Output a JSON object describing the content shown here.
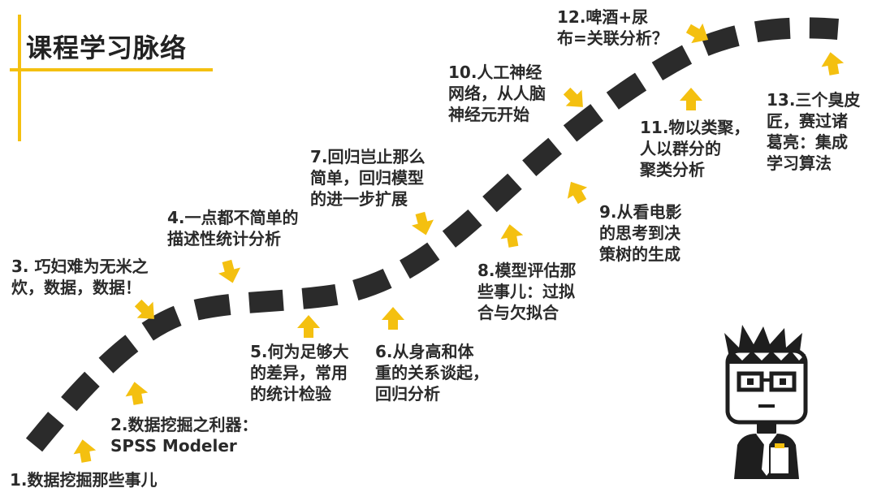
{
  "title": "课程学习脉络",
  "colors": {
    "accent": "#F4C010",
    "road": "#2b2b2b",
    "text": "#2a2a2a"
  },
  "milestones": [
    {
      "id": 1,
      "text": "1.数据挖掘那些事儿"
    },
    {
      "id": 2,
      "text": "2.数据挖掘之利器：\nSPSS Modeler"
    },
    {
      "id": 3,
      "text": "3. 巧妇难为无米之\n炊，数据，数据！"
    },
    {
      "id": 4,
      "text": "4.一点都不简单的\n描述性统计分析"
    },
    {
      "id": 5,
      "text": "5.何为足够大\n的差异，常用\n的统计检验"
    },
    {
      "id": 6,
      "text": "6.从身高和体\n重的关系谈起，\n回归分析"
    },
    {
      "id": 7,
      "text": "7.回归岂止那么\n简单，回归模型\n的进一步扩展"
    },
    {
      "id": 8,
      "text": "8.模型评估那\n些事儿：过拟\n合与欠拟合"
    },
    {
      "id": 9,
      "text": "9.从看电影\n的思考到决\n策树的生成"
    },
    {
      "id": 10,
      "text": "10.人工神经\n网络，从人脑\n神经元开始"
    },
    {
      "id": 11,
      "text": "11.物以类聚，\n人以群分的\n聚类分析"
    },
    {
      "id": 12,
      "text": "12.啤酒+尿\n布=关联分析？"
    },
    {
      "id": 13,
      "text": "13.三个臭皮\n匠，赛过诸\n葛亮：集成\n学习算法"
    }
  ]
}
